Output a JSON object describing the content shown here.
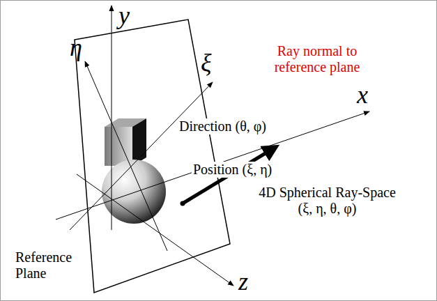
{
  "diagram": {
    "labels": [
      "y",
      "η",
      "ξ",
      "x",
      "z",
      "Ray normal to reference plane",
      "Direction (θ, φ)",
      "Position (ξ, η)",
      "4D Spherical Ray-Space (ξ, η, θ, φ)",
      "Reference Plane"
    ]
  }
}
